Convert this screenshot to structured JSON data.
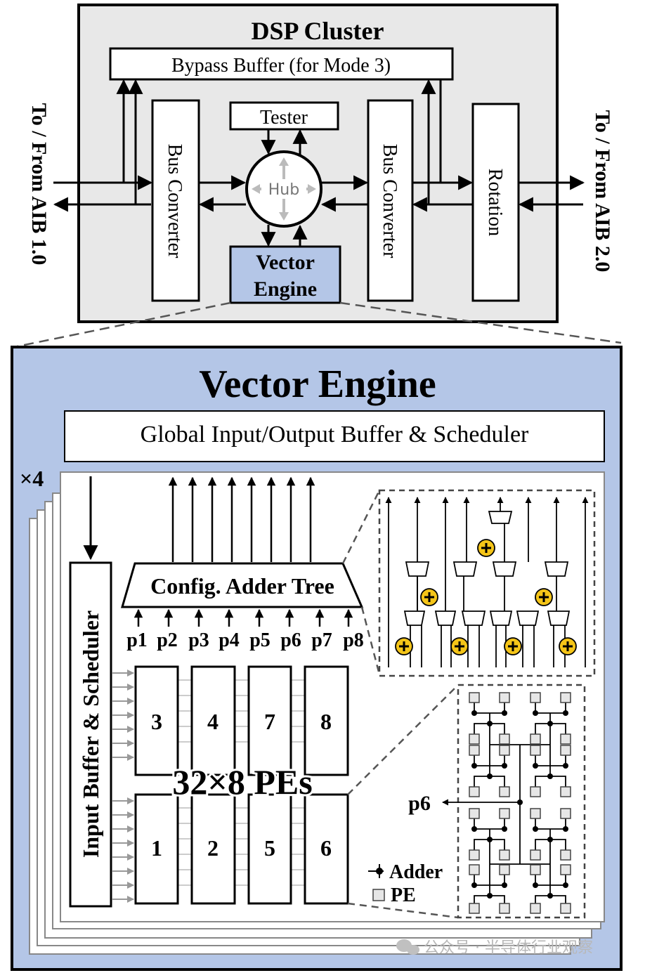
{
  "dsp_cluster": {
    "title": "DSP Cluster",
    "bypass_buffer": "Bypass Buffer (for Mode 3)",
    "tester": "Tester",
    "hub": "Hub",
    "bus_converter_left": "Bus Converter",
    "bus_converter_right": "Bus Converter",
    "rotation": "Rotation",
    "vector_engine_line1": "Vector",
    "vector_engine_line2": "Engine",
    "left_io": "To / From AIB 1.0",
    "right_io": "To / From AIB 2.0"
  },
  "vector_engine": {
    "title": "Vector Engine",
    "global_buffer": "Global Input/Output Buffer & Scheduler",
    "multiplier": "×4",
    "input_buffer": "Input Buffer & Scheduler",
    "adder_tree": "Config. Adder Tree",
    "ports": [
      "p1",
      "p2",
      "p3",
      "p4",
      "p5",
      "p6",
      "p7",
      "p8"
    ],
    "pe_top": [
      "3",
      "4",
      "7",
      "8"
    ],
    "pe_bottom": [
      "1",
      "2",
      "5",
      "6"
    ],
    "pe_array": "32×8 PEs",
    "p6_output": "p6",
    "legend_adder": "Adder",
    "legend_pe": "PE"
  },
  "watermark": "公众号 · 半导体行业观察",
  "colors": {
    "cluster_bg": "#e8e8e8",
    "engine_bg": "#b4c6e7",
    "adder_yellow": "#f5c518"
  }
}
